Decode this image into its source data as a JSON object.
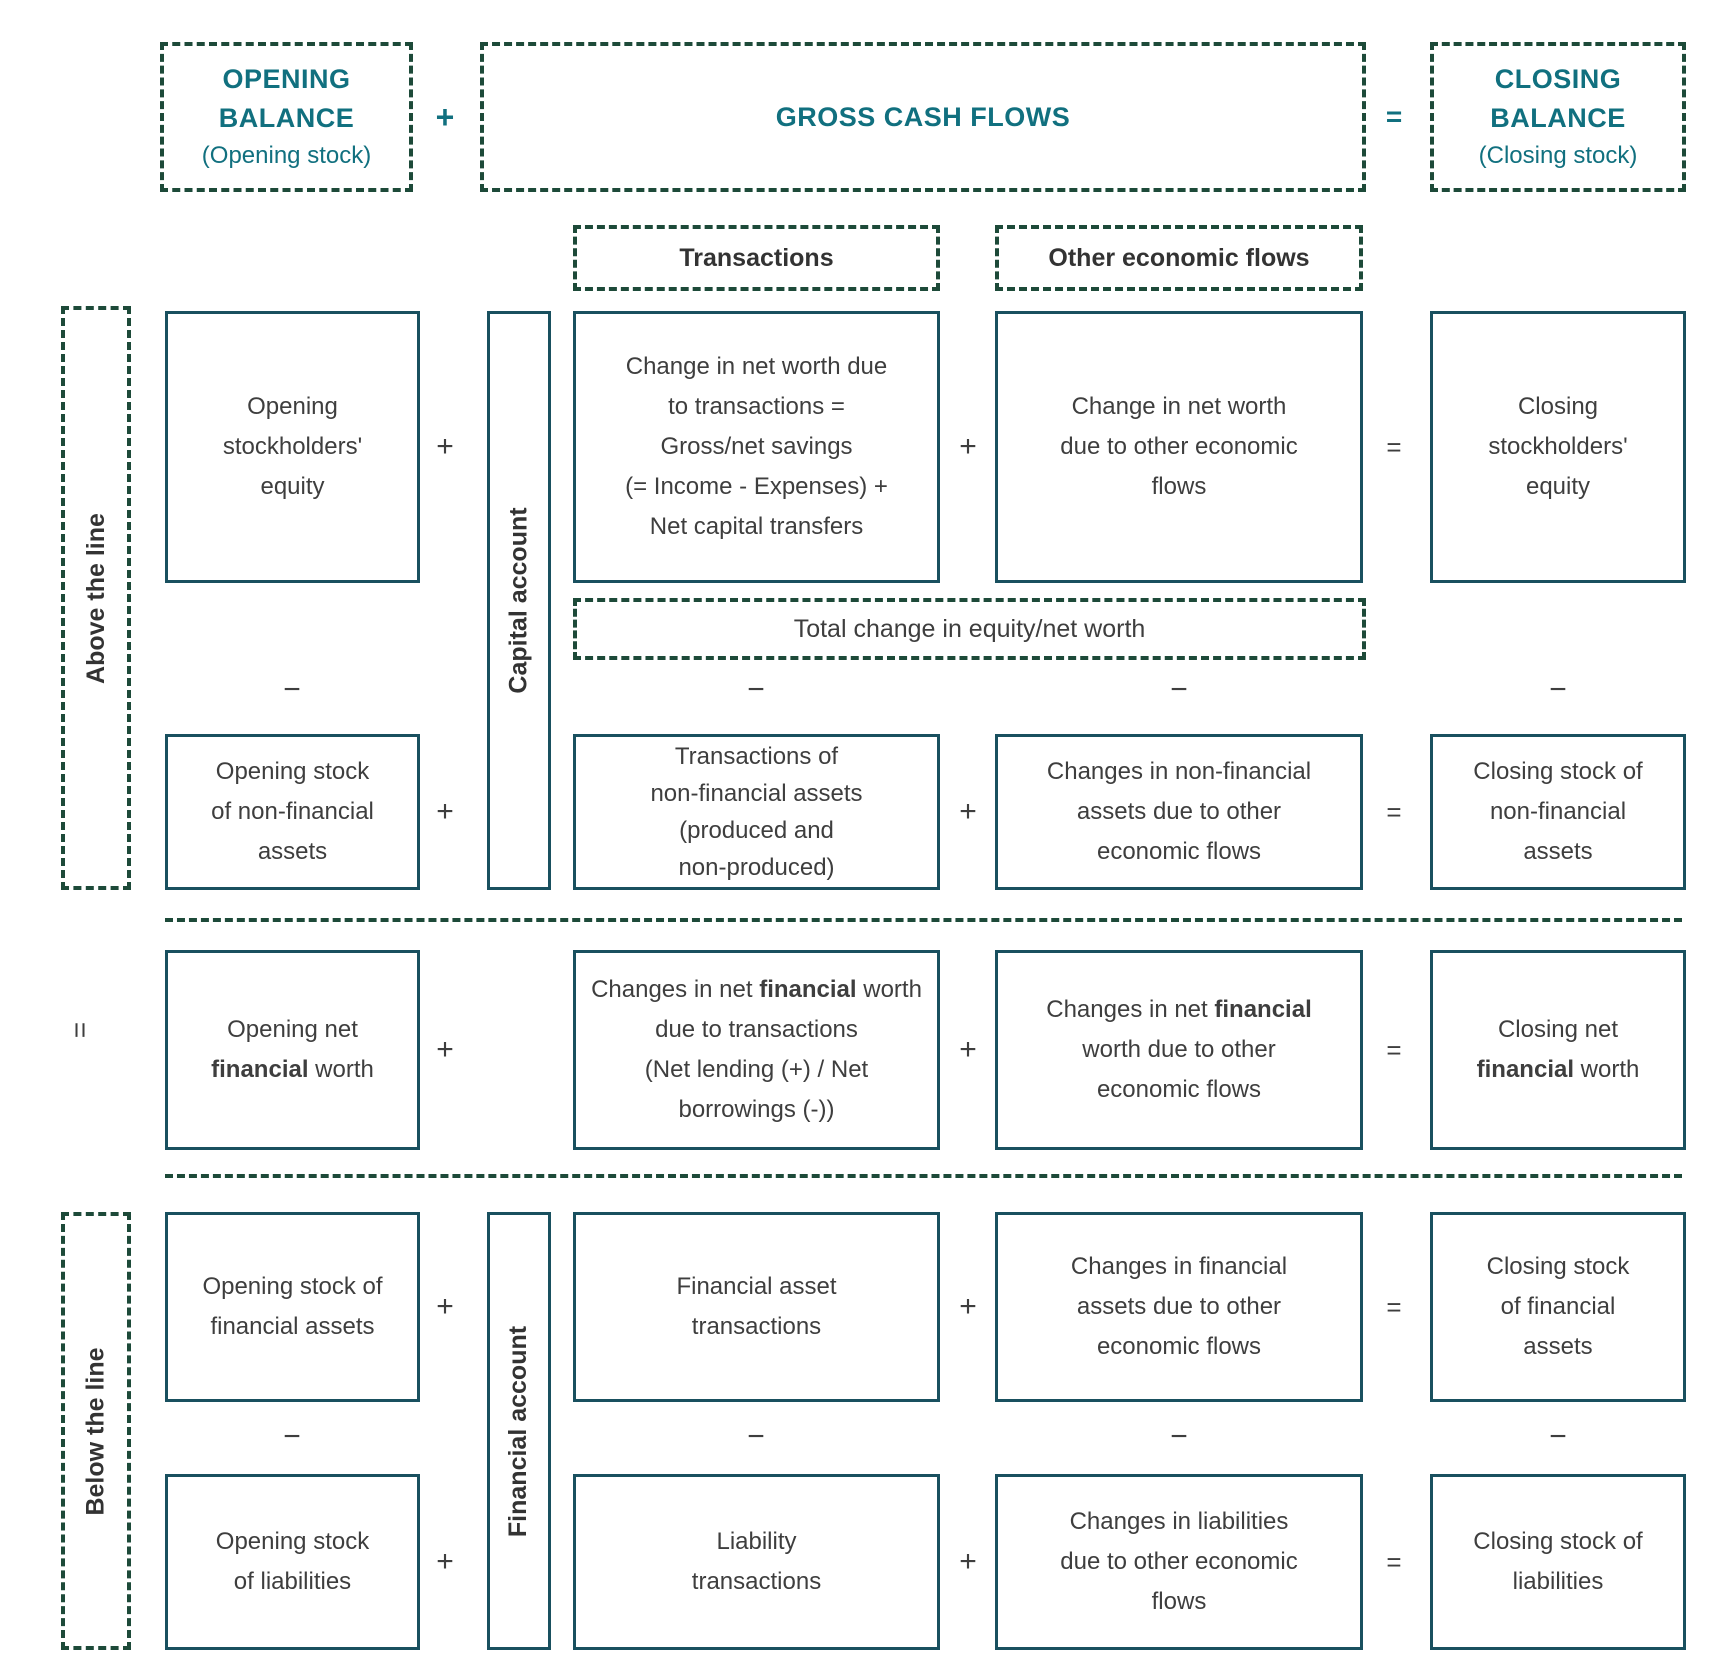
{
  "header": {
    "opening_title": "OPENING\nBALANCE",
    "opening_subtitle": "(Opening stock)",
    "plus": "+",
    "gross_title": "GROSS CASH FLOWS",
    "equals": "=",
    "closing_title": "CLOSING\nBALANCE",
    "closing_subtitle": "(Closing stock)"
  },
  "subheaders": {
    "transactions": "Transactions",
    "other_flows": "Other economic flows"
  },
  "side_labels": {
    "above_line": "Above the line",
    "below_line": "Below the line",
    "capital_account": "Capital account",
    "financial_account": "Financial account",
    "middle_equals": "="
  },
  "operators": {
    "plus": "+",
    "minus": "−",
    "equals": "="
  },
  "banner": {
    "total_change": "Total change in equity/net worth"
  },
  "boxes": {
    "r1c1": "Opening\nstockholders'\nequity",
    "r1c2": "Change in net worth due\nto transactions =\nGross/net savings\n(= Income - Expenses) +\nNet capital transfers",
    "r1c3": "Change in net worth\ndue to other economic\nflows",
    "r1c4": "Closing\nstockholders'\nequity",
    "r2c1": "Opening stock\nof non-financial\nassets",
    "r2c2": "Transactions of\nnon-financial assets\n(produced and\nnon-produced)",
    "r2c3": "Changes in non-financial\nassets due to other\neconomic flows",
    "r2c4": "Closing stock of\nnon-financial\nassets",
    "r3c1": [
      {
        "t": "Opening net\n",
        "b": false
      },
      {
        "t": "financial",
        "b": true
      },
      {
        "t": " worth",
        "b": false
      }
    ],
    "r3c2": [
      {
        "t": "Changes in net ",
        "b": false
      },
      {
        "t": "financial",
        "b": true
      },
      {
        "t": " worth\ndue to transactions\n(Net lending (+) / Net\nborrowings (-))",
        "b": false
      }
    ],
    "r3c3": [
      {
        "t": "Changes in net ",
        "b": false
      },
      {
        "t": "financial",
        "b": true
      },
      {
        "t": "\nworth due to other\neconomic flows",
        "b": false
      }
    ],
    "r3c4": [
      {
        "t": "Closing net\n",
        "b": false
      },
      {
        "t": "financial",
        "b": true
      },
      {
        "t": " worth",
        "b": false
      }
    ],
    "r4c1": "Opening stock of\nfinancial assets",
    "r4c2": "Financial asset\ntransactions",
    "r4c3": "Changes in financial\nassets due to other\neconomic flows",
    "r4c4": "Closing stock\nof financial\nassets",
    "r5c1": "Opening stock\nof liabilities",
    "r5c2": "Liability\ntransactions",
    "r5c3": "Changes in liabilities\ndue to other economic\nflows",
    "r5c4": "Closing stock of\nliabilities"
  },
  "colors": {
    "dash_green": "#1d4a39",
    "solid_teal": "#19505f",
    "teal_text": "#11707f",
    "body_text": "#3e3e3e"
  }
}
